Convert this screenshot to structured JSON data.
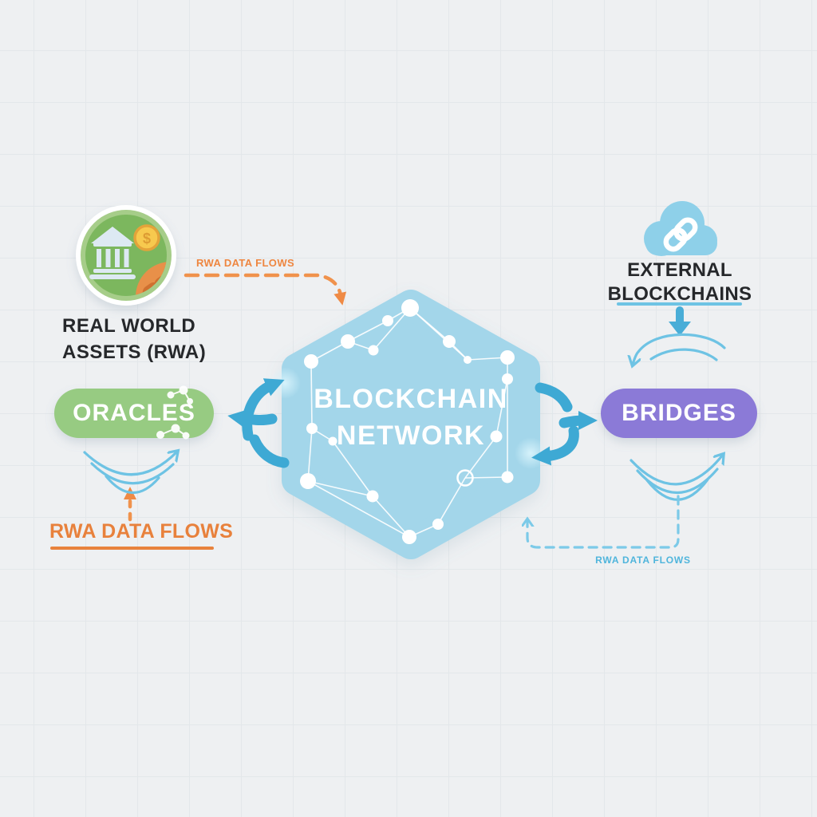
{
  "diagram": {
    "center": {
      "line1": "BLOCKCHAIN",
      "line2": "NETWORK"
    },
    "rwa": {
      "line1": "REAL WORLD",
      "line2": "ASSETS (RWA)"
    },
    "oracles": {
      "label": "ORACLES"
    },
    "bridges": {
      "label": "BRIDGES"
    },
    "external": {
      "line1": "EXTERNAL",
      "line2": "BLOCKCHAINS"
    },
    "flows": {
      "top_label": "RWA DATA FLOWS",
      "left_label": "RWA DATA FLOWS",
      "bottom_right_label": "RWA DATA FLOWS"
    }
  },
  "icons": {
    "rwa_badge": "bank-building-icon",
    "coin": "dollar-coin-icon",
    "coin_symbol": "$",
    "rwa_chain": "chain-link-icon",
    "external_cloud": "cloud-icon",
    "external_cloud_glyph": "chain-link-icon",
    "oracles_decoration": "network-nodes-icon",
    "left_exchange": "exchange-arrows-icon",
    "right_exchange": "exchange-arrows-icon"
  },
  "colors": {
    "background": "#eef0f2",
    "grid_line": "#e3e7ea",
    "hexagon_fill": "#a3d6ea",
    "network_nodes": "#ffffff",
    "oracles_pill": "#97cb82",
    "bridges_pill": "#8b7ad7",
    "cycle_arrow_blue": "#3ea9d4",
    "arc_blue": "#6ec3e4",
    "dashed_flow_blue": "#7ccae8",
    "flow_orange": "#ee8640",
    "heading_text": "#26282b",
    "small_flow_blue": "#4fb5dc"
  }
}
